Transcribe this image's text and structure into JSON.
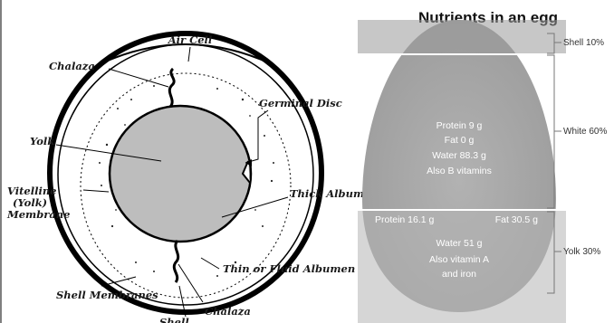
{
  "anatomy": {
    "labels": {
      "air_cell": "Air Cell",
      "chalaza_top": "Chalaza",
      "germinal_disc": "Germinal Disc",
      "yolk": "Yolk",
      "vitelline": [
        "Vitelline",
        "(Yolk)",
        "Membrane"
      ],
      "thick_albumen": "Thick Albumen",
      "thin_albumen": "Thin or Fluid Albumen",
      "shell_membranes": "Shell Membranes",
      "shell": "Shell",
      "chalaza_bottom": "Chalaza"
    }
  },
  "nutrients": {
    "title": "Nutrients in an egg",
    "shell_label": "Shell 10%",
    "white_label": "White 60%",
    "yolk_label": "Yolk 30%",
    "white_text": [
      "Protein 9 g",
      "Fat 0 g",
      "Water 88.3 g",
      "Also B vitamins"
    ],
    "yolk_protein": "Protein 16.1 g",
    "yolk_fat": "Fat 30.5 g",
    "yolk_text": [
      "Water 51 g",
      "Also vitamin A",
      "and iron"
    ],
    "colors": {
      "shell": "#9a9a9a",
      "white": "#a8a8a8",
      "yolk": "#b4b4b4",
      "anatomy_yolk": "#bdbdbd"
    }
  }
}
